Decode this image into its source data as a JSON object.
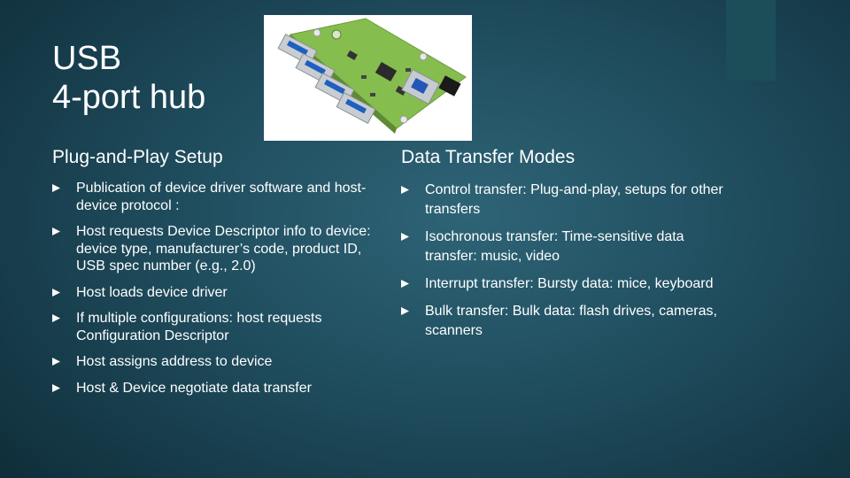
{
  "slide": {
    "title_line1": "USB",
    "title_line2": "4-port hub"
  },
  "image": {
    "alt": "USB 4-port hub circuit board",
    "icon": "usb-hub-board-photo"
  },
  "left_column": {
    "heading": "Plug-and-Play Setup",
    "bullets": [
      "Publication of device driver software and host-device protocol :",
      "Host requests Device Descriptor info to device: device type, manufacturer’s code, product ID, USB spec number (e.g., 2.0)",
      "Host loads device driver",
      "If multiple configurations: host requests Configuration Descriptor",
      "Host assigns address to device",
      "Host & Device negotiate data transfer"
    ]
  },
  "right_column": {
    "heading": "Data Transfer Modes",
    "bullets": [
      "Control transfer: Plug-and-play, setups for other transfers",
      "Isochronous transfer: Time-sensitive data transfer: music, video",
      "Interrupt transfer: Bursty data: mice, keyboard",
      "Bulk transfer: Bulk data: flash drives, cameras, scanners"
    ]
  },
  "colors": {
    "background": "#1f4d5e",
    "accent_bar": "#1c4e5a",
    "bullet": "#ffffff",
    "board_green": "#7fb84a"
  }
}
